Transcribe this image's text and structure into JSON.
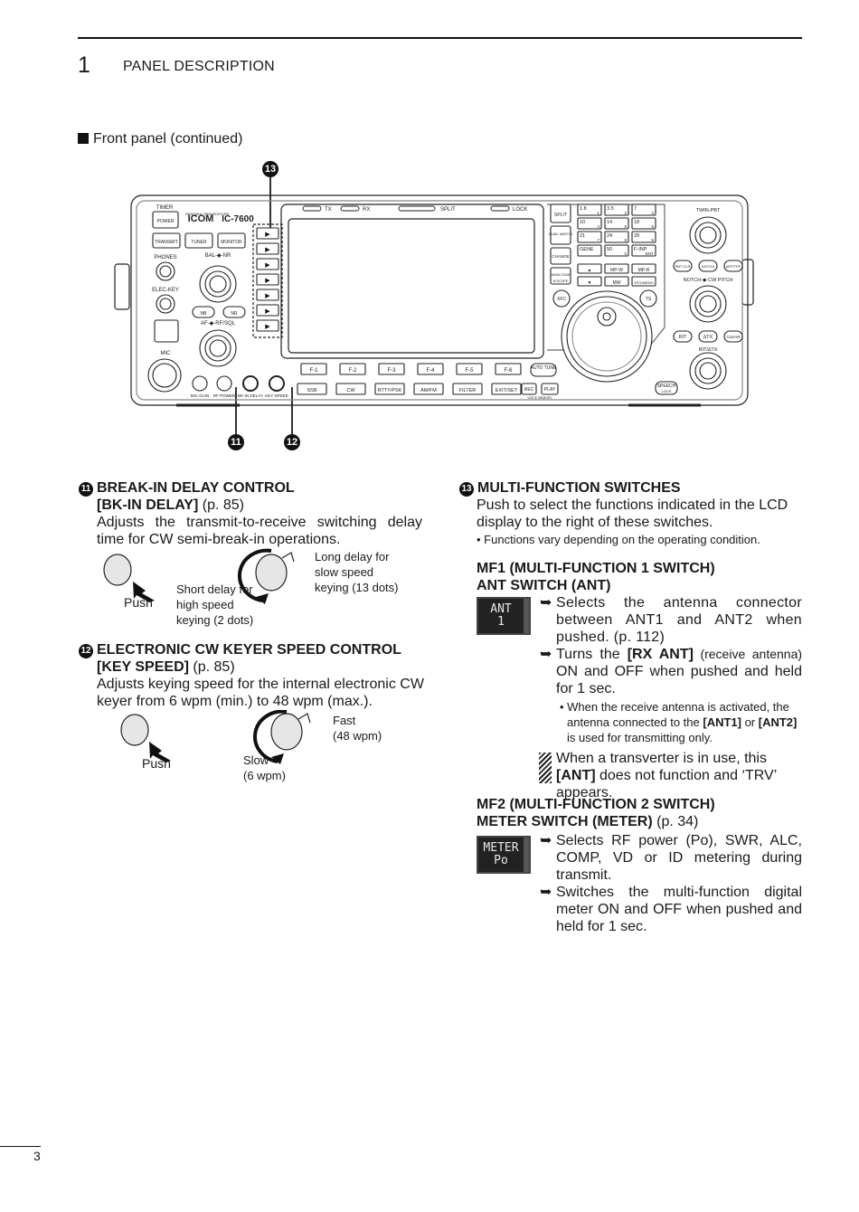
{
  "header": {
    "chapter_number": "1",
    "chapter_title": "PANEL DESCRIPTION"
  },
  "section_title": "Front panel (continued)",
  "figure": {
    "callouts": {
      "mf": "13",
      "bkin": "11",
      "keyspeed": "12"
    },
    "labels": {
      "timer": "TIMER",
      "power": "POWER",
      "brand": "ICOM",
      "model": "IC-7600",
      "subtitle": "HF/50MHz TRANSCEIVER",
      "transmit": "TRANSMIT",
      "tuner": "TUNER",
      "monitor": "MONITOR",
      "phones": "PHONES",
      "elec_key": "ELEC-KEY",
      "bal_nr": "BAL-◆-NR",
      "nb": "NB",
      "nr": "NR",
      "af_rfsql": "AF-◆-RF/SQL",
      "mic": "MIC",
      "mic_gain": "MIC GAIN",
      "rf_power": "RF POWER",
      "bkin_delay": "BK-IN DELAY",
      "key_speed": "KEY SPEED",
      "tx": "TX",
      "rx": "RX",
      "split_led": "SPLIT",
      "lock_led": "LOCK",
      "split": "SPLIT",
      "dual_watch": "DUAL WATCH",
      "change": "CHANGE",
      "main_sub": "MAIN /SUB",
      "mscope": "M.SCOPE",
      "xfc": "XFC",
      "ts": "TS",
      "twin_pbt": "TWIN-PBT",
      "pbt_clr": "PBT CLR",
      "notch": "NOTCH",
      "apf_tpf": "APF/TPF",
      "notch_cw": "NOTCH-◆-CW PITCH",
      "rit": "RIT",
      "dtx": "∆TX",
      "clear": "CLEAR",
      "rit_dtx": "RIT/∆TX",
      "speech": "SPEECH",
      "lock": "LOCK",
      "auto_tune": "AUTO TUNE",
      "rec": "REC",
      "play": "PLAY",
      "voice_memory": "VOICE MEMORY",
      "up": "▲",
      "down": "▼",
      "mpw": "MP-W",
      "mpr": "MP-R",
      "mw": "MW",
      "vfo_memo": "VFO/MEMO"
    },
    "keypad": [
      {
        "band": "1.8",
        "digit": "1"
      },
      {
        "band": "3.5",
        "digit": "2"
      },
      {
        "band": "7",
        "digit": "3"
      },
      {
        "band": "10",
        "digit": "4"
      },
      {
        "band": "14",
        "digit": "5"
      },
      {
        "band": "18",
        "digit": "6"
      },
      {
        "band": "21",
        "digit": "7"
      },
      {
        "band": "24",
        "digit": "8"
      },
      {
        "band": "28",
        "digit": "9"
      },
      {
        "band": "GENE",
        "digit": "."
      },
      {
        "band": "50",
        "digit": "0"
      },
      {
        "band": "F-INP",
        "digit": "ENT"
      }
    ],
    "function_keys": [
      "F-1",
      "F-2",
      "F-3",
      "F-4",
      "F-5",
      "F-6"
    ],
    "mode_keys": [
      "SSB",
      "CW",
      "RTTY/PSK",
      "AM/FM",
      "FILTER",
      "EXIT/SET"
    ],
    "mf_switch_glyph": "▶"
  },
  "items": {
    "bkin": {
      "number": "11",
      "title": "BREAK-IN DELAY CONTROL",
      "key": "[BK-IN DELAY]",
      "ref": "(p. 85)",
      "desc": "Adjusts the transmit-to-receive switching delay time for CW semi-break-in operations.",
      "push": "Push",
      "short": "Short delay for high speed keying (2 dots)",
      "long": "Long delay for slow speed keying (13 dots)"
    },
    "keyspeed": {
      "number": "12",
      "title": "ELECTRONIC CW KEYER SPEED CONTROL",
      "key": "[KEY SPEED]",
      "ref": "(p. 85)",
      "desc": "Adjusts keying speed for the internal electronic CW keyer from 6 wpm (min.) to 48 wpm (max.).",
      "push": "Push",
      "slow": "Slow",
      "slow_val": "(6 wpm)",
      "fast": "Fast",
      "fast_val": "(48 wpm)"
    },
    "mf": {
      "number": "13",
      "title": "MULTI-FUNCTION SWITCHES",
      "desc": "Push to select the functions indicated in the LCD display to the right of these switches.",
      "note": "• Functions vary depending on the operating condition.",
      "mf1": {
        "title1": "MF1 (MULTI-FUNCTION 1 SWITCH)",
        "title2": "ANT SWITCH (ANT)",
        "lcd_line1": "ANT",
        "lcd_line2": "1",
        "b1": "Selects the antenna connector between ANT1 and ANT2 when pushed. (p. 112)",
        "b2_pre": "Turns the ",
        "b2_key": "[RX ANT]",
        "b2_small": " (receive antenna)",
        "b2_post": " ON and OFF when pushed and held for 1 sec.",
        "sub_pre": "• When the receive antenna is activated, the antenna connected to the ",
        "sub_k1": "[ANT1]",
        "sub_mid": " or ",
        "sub_k2": "[ANT2]",
        "sub_post": " is used for transmitting only.",
        "warn_pre": "When a transverter is in use, this ",
        "warn_key": "[ANT]",
        "warn_post": " does not function and ‘TRV’ appears."
      },
      "mf2": {
        "title1": "MF2 (MULTI-FUNCTION 2 SWITCH)",
        "title2": "METER SWITCH (METER)",
        "ref": "(p. 34)",
        "lcd_line1": "METER",
        "lcd_line2": "Po",
        "b1": "Selects RF power (Po), SWR, ALC, COMP, VD or ID metering during transmit.",
        "b2": "Switches the multi-function digital meter ON and OFF when pushed and held for 1 sec."
      }
    },
    "bullet_glyph": "➥"
  },
  "footer": {
    "page_number": "3"
  }
}
